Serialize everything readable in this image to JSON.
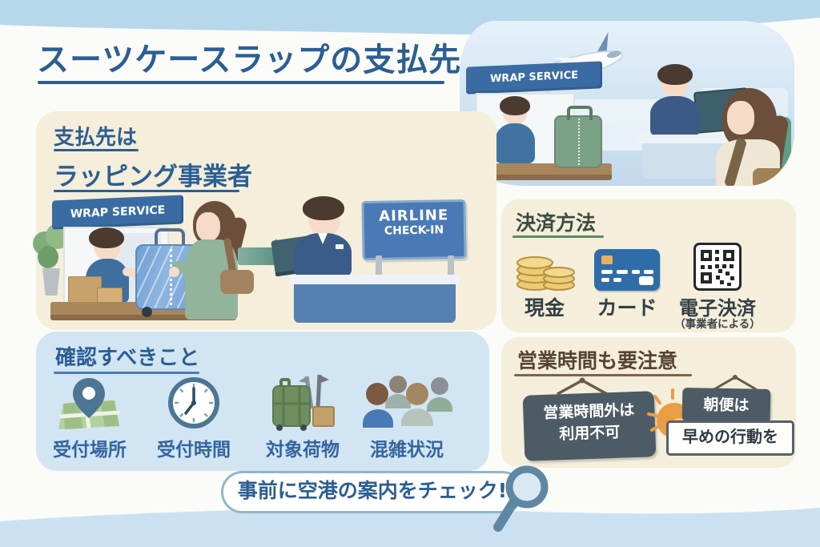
{
  "title": "スーツケースラップの支払先",
  "payer_section": {
    "heading_line1": "支払先は",
    "heading_line2": "ラッピング事業者",
    "booth_sign": "WRAP SERVICE",
    "checkin_sign_line1": "AIRLINE",
    "checkin_sign_line2": "CHECK-IN"
  },
  "hero": {
    "booth_sign": "WRAP SERVICE"
  },
  "payment_section": {
    "heading": "決済方法",
    "methods": [
      {
        "icon": "coins-icon",
        "label": "現金"
      },
      {
        "icon": "credit-card-icon",
        "label": "カード"
      },
      {
        "icon": "qr-code-icon",
        "label": "電子決済",
        "note": "（事業者による）"
      }
    ]
  },
  "checklist_section": {
    "heading": "確認すべきこと",
    "items": [
      {
        "icon": "map-pin-icon",
        "label": "受付場所"
      },
      {
        "icon": "clock-icon",
        "label": "受付時間"
      },
      {
        "icon": "luggage-icon",
        "label": "対象荷物"
      },
      {
        "icon": "crowd-icon",
        "label": "混雑状況"
      }
    ]
  },
  "hours_section": {
    "heading": "営業時間も要注意",
    "closed_sign_line1": "営業時間外は",
    "closed_sign_line2": "利用不可",
    "morning_sign_label": "朝便は",
    "morning_sign_note": "早めの行動を"
  },
  "footer": {
    "banner": "事前に空港の案内をチェック!"
  },
  "colors": {
    "accent_blue": "#2b5e93",
    "panel_cream": "#f4eeda",
    "panel_light_blue": "#d2e5f3",
    "sky_band": "#b7d7eb",
    "bottom_band": "#cbe1f2",
    "green_underline": "#5c8a66",
    "brown_heading": "#564433",
    "sign_slate": "#4d5b66",
    "sun_orange": "#eb9d43",
    "booth_blue": "#3a6ca3",
    "checkin_blue": "#4a7ab5"
  }
}
